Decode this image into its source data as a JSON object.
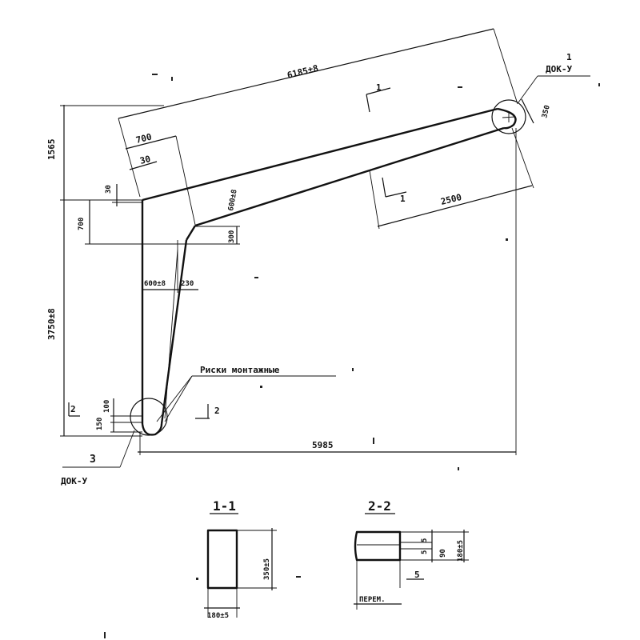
{
  "dimensions": {
    "top_length": "6185±8",
    "left_height_upper": "1565",
    "d700_top": "700",
    "d30_top": "30",
    "d30_vert": "30",
    "d700_vert": "700",
    "d600_diag": "600±8",
    "d300": "300",
    "d600_horiz": "600±8",
    "d230": "230",
    "left_height_lower": "3750±8",
    "d100": "100",
    "d150": "150",
    "bottom_length": "5985",
    "d350_end": "350",
    "d2500": "2500"
  },
  "labels": {
    "mounting_marks": "Риски монтажные",
    "node1_num": "1",
    "node1_doc": "ДОК-У",
    "node3_num": "3",
    "node3_doc": "ДОК-У",
    "cut1_top": "1",
    "cut1_bottom": "1",
    "cut2_left": "2",
    "cut2_right": "2"
  },
  "sections": {
    "s11": {
      "title": "1-1",
      "height": "350±5",
      "width": "180±5"
    },
    "s22": {
      "title": "2-2",
      "d5a": "5",
      "d5b": "5",
      "d90": "90",
      "height": "180±5",
      "d5c": "5",
      "note": "ПЕРЕМ."
    }
  }
}
